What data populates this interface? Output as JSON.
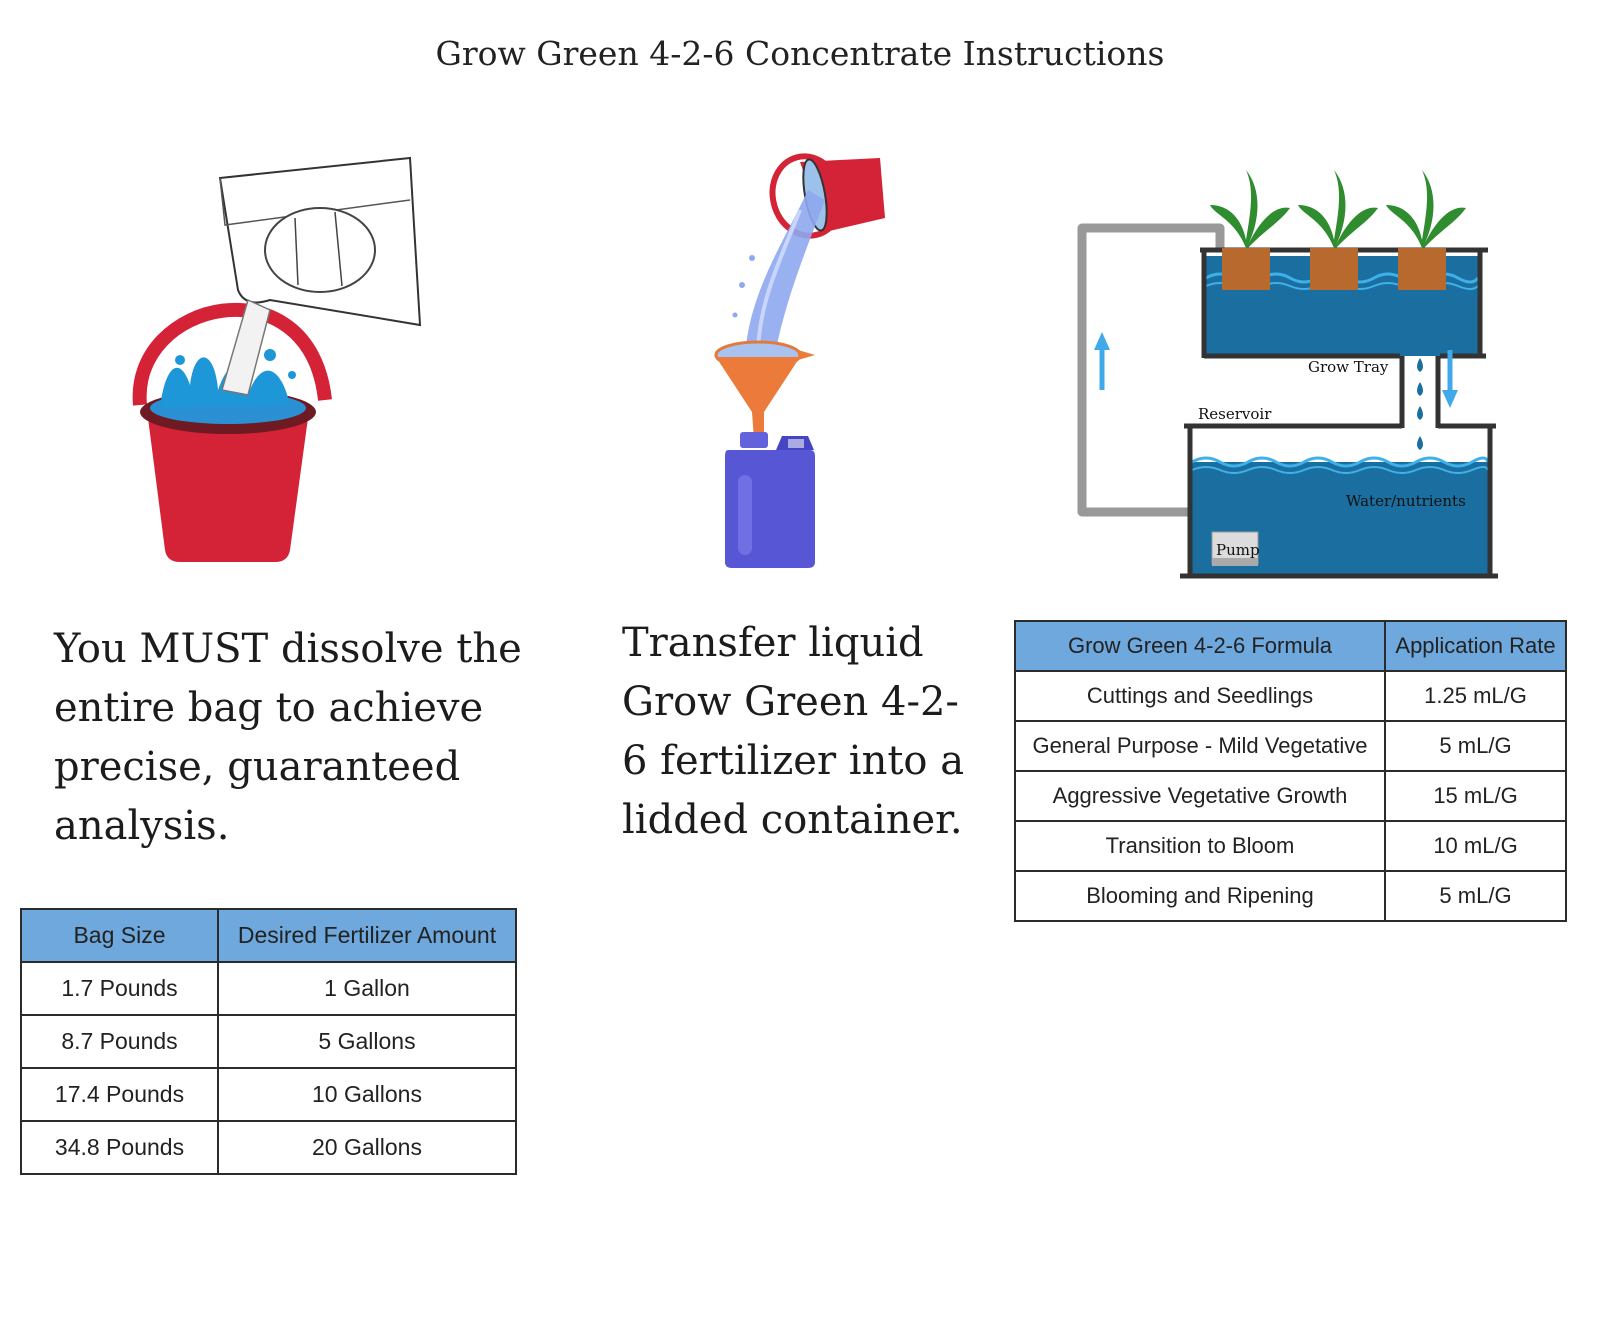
{
  "title": "Grow Green 4-2-6 Concentrate Instructions",
  "step1": {
    "text": "You MUST dissolve the entire bag to achieve precise, guaranteed analysis."
  },
  "step2": {
    "text": "Transfer liquid Grow Green 4-2-6 fertilizer into a lidded container."
  },
  "diagram": {
    "grow_tray_label": "Grow Tray",
    "reservoir_label": "Reservoir",
    "water_label": "Water/nutrients",
    "pump_label": "Pump"
  },
  "bag_table": {
    "headers": [
      "Bag Size",
      "Desired Fertilizer Amount"
    ],
    "rows": [
      [
        "1.7 Pounds",
        "1 Gallon"
      ],
      [
        "8.7 Pounds",
        "5 Gallons"
      ],
      [
        "17.4 Pounds",
        "10 Gallons"
      ],
      [
        "34.8 Pounds",
        "20 Gallons"
      ]
    ]
  },
  "formula_table": {
    "headers": [
      "Grow Green 4-2-6 Formula",
      "Application Rate"
    ],
    "rows": [
      [
        "Cuttings and Seedlings",
        "1.25 mL/G"
      ],
      [
        "General Purpose - Mild Vegetative",
        "5 mL/G"
      ],
      [
        "Aggressive Vegetative Growth",
        "15 mL/G"
      ],
      [
        "Transition to Bloom",
        "10 mL/G"
      ],
      [
        "Blooming and Ripening",
        "5 mL/G"
      ]
    ]
  },
  "colors": {
    "bucket_red": "#d42236",
    "water_blue": "#1d97d8",
    "funnel_orange": "#ec7a3a",
    "jug_purple": "#5757d6",
    "reservoir_blue": "#1a6fa0",
    "leaf_green": "#2f8c2f",
    "header_blue": "#6fa8dc"
  }
}
